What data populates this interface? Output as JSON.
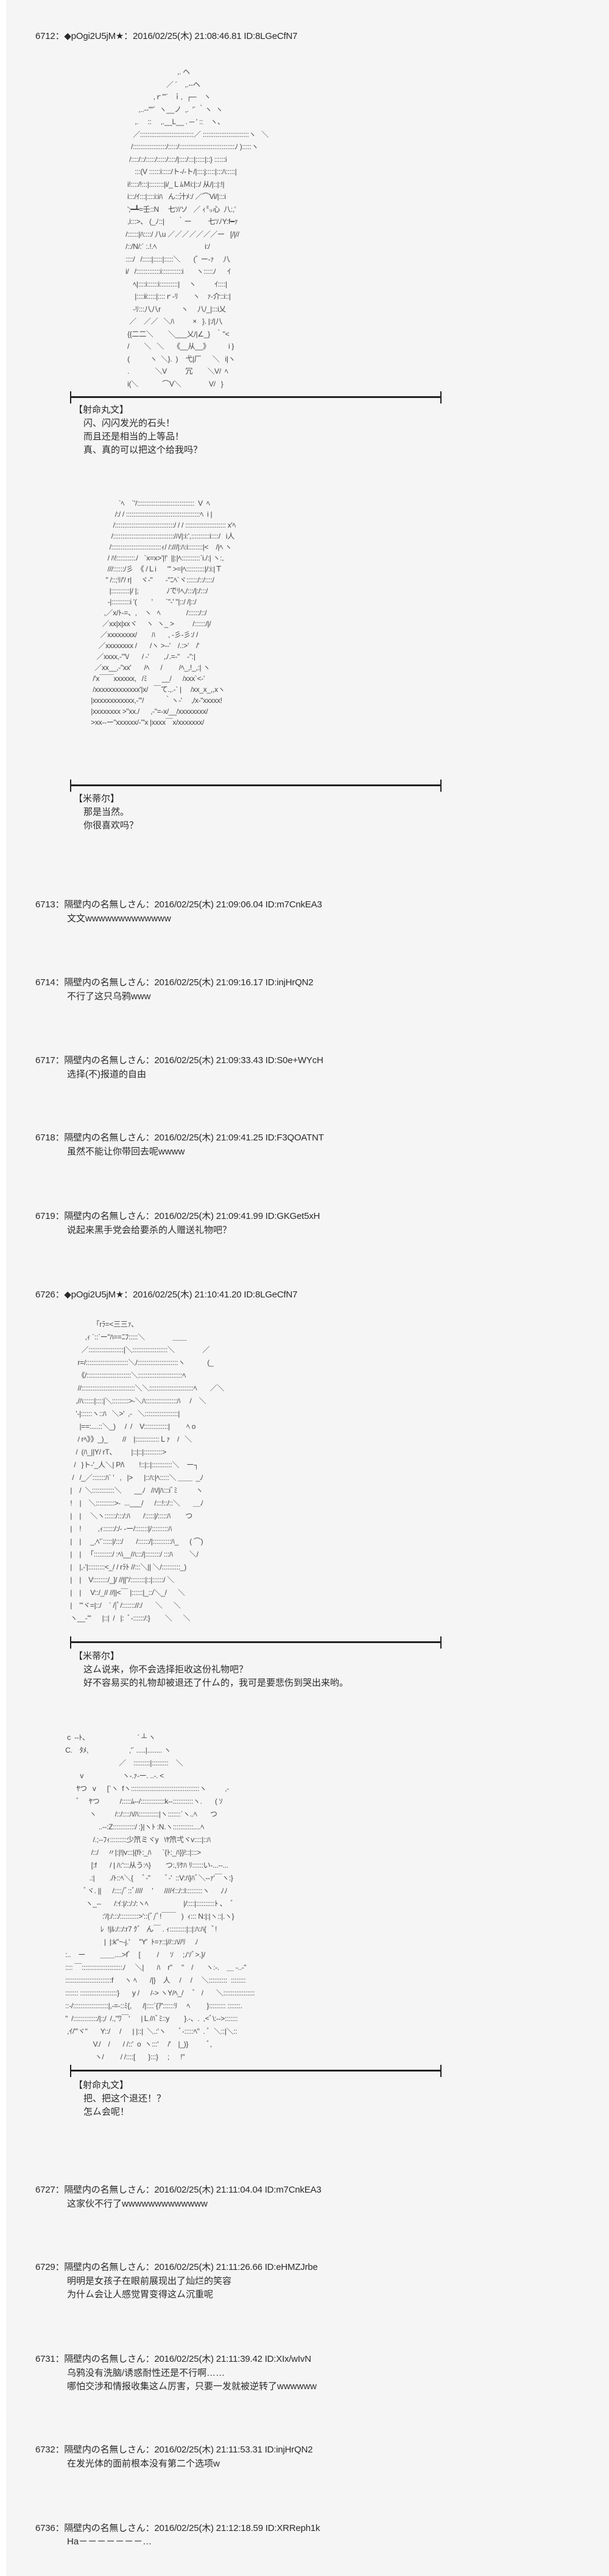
{
  "posts": [
    {
      "header": "6712：◆pOgi2U5jM★：2016/02/25(木) 21:08:46.81 ID:8LGeCfN7"
    },
    {
      "header": "6713：隔壁内の名無しさん：2016/02/25(木) 21:09:06.04 ID:m7CnkEA3",
      "body": "文文wwwwwwwwwwwww"
    },
    {
      "header": "6714：隔壁内の名無しさん：2016/02/25(木) 21:09:16.17 ID:injHrQN2",
      "body": "不行了这只乌鸦www"
    },
    {
      "header": "6717：隔壁内の名無しさん：2016/02/25(木) 21:09:33.43 ID:S0e+WYcH",
      "body": "选择(不)报道的自由"
    },
    {
      "header": "6718：隔壁内の名無しさん：2016/02/25(木) 21:09:41.25 ID:F3QOATNT",
      "body": "虽然不能让你带回去呢wwww"
    },
    {
      "header": "6719：隔壁内の名無しさん：2016/02/25(木) 21:09:41.99 ID:GKGet5xH",
      "body": "说起来黑手党会给要杀的人赠送礼物吧？"
    },
    {
      "header": "6726：◆pOgi2U5jM★：2016/02/25(木) 21:10:41.20 ID:8LGeCfN7"
    },
    {
      "header": "6727：隔壁内の名無しさん：2016/02/25(木) 21:11:04.04 ID:m7CnkEA3",
      "body": "这家伙不行了wwwwwwwwwwwww"
    },
    {
      "header": "6729：隔壁内の名無しさん：2016/02/25(木) 21:11:26.66 ID:eHMZJrbe",
      "body": "明明是女孩子在眼前展现出了灿烂的笑容\n为什ㄙ会让人感觉胃变得这ㄙ沉重呢"
    },
    {
      "header": "6731：隔壁内の名無しさん：2016/02/25(木) 21:11:39.42 ID:XIx/wIvN",
      "body": "乌鸦没有洗脑/诱惑耐性还是不行啊……\n哪怕交涉和情报收集这ㄙ厉害，只要一发就被逆转了wwwwww"
    },
    {
      "header": "6732：隔壁内の名無しさん：2016/02/25(木) 21:11:53.31 ID:injHrQN2",
      "body": "在发光体的面前根本没有第二个选项w"
    },
    {
      "header": "6736：隔壁内の名無しさん：2016/02/25(木) 21:12:18.59 ID:XRReph1k",
      "body": "Ha－－－－－－－…"
    }
  ],
  "dialogs": [
    {
      "speaker": "【射命丸文】",
      "lines": [
        "闪、闪闪发光的石头！",
        "而且还是相当的上等品！",
        "真、真的可以把这个给我吗？"
      ]
    },
    {
      "speaker": "【米蒂尔】",
      "lines": [
        "那是当然。",
        "你很喜欢吗？"
      ]
    },
    {
      "speaker": "【米蒂尔】",
      "lines": [
        "这ㄙ说来，你不会选择拒收这份礼物吧？",
        "好不容易买的礼物却被退还了什ㄙ的，我可是要悲伤到哭出来哟。"
      ]
    },
    {
      "speaker": "【射命丸文】",
      "lines": [
        "把、把这个退还！？",
        "怎ㄙ会呢！"
      ]
    }
  ],
  "ascii_art": [
    "                              ,. ヘ\n                        ／ ´    ,.-‐ヘ\n                 ,ｒ'\"´   ｉ,  ┌─    ヽ\n         ,..-‐''\"´  ヽ__ノ  ,.  '´ ｀ヽ  ヽ\n       ,.     ::     ,.__L__ . ─ ' ::    ヽ、\n      ／:::::::::::::::::::::::::::::／ :::::::::::::::::::::::::ヽ   ＼\n     /::::::::::::::::::/:::::/::::::::::::::::::::::::::::::ﾉ ):::::ヽ\n    /::::/::/:::::/:::::/::::/|::::/:::|:::::|::} ::::::i\n       :::(V ::::::i:::::/ト-/-ト/|::::j:::::|:::ﾊ:::::|\n   i!::::/!:::|::::::::|i/_ＬﾑＭi:|::/ 从/|::|:!|\n   i:::/ｲ:::|::::i:iﾊ   ん::汁ﾒ:/ ／⌒Vi/|:::i\n   ';━┻=壬::N     七ｿ/ソ   ／ ｨ㍉心  八:,'\n   ,i:::>、 (_ﾉ::|       ｀ー         七ｿﾉY:f━ｧ\n  /::::::|ﾊ::::/ 八u ／／／／／／／ー   [/|//\n  /::/N/:´ :.!.ﾍ                          i:/\n  ::::/   /:::::|:::::|:::::＼       (ﾞ ー‐ｧ     八\n  i/   /:::::::::::::i:::::::::::i       ヽ:::::ﾉ      ｲ\n      ﾍ|::::i::::::i::::::::::|     ヽ          ｲ::::|\n       |::::ii:::::|::::ｒ‐ﾘ        ヽ    ｧ‐介::i::|\n      -ﾘ:::八八r           ヽ     八/_|:::i乂\n    ／    ／／   ＼ﾊ          ×   }. |:/|八\n   {{二二＼        ＼___乂/|∠_}   ｀\"<\n   /        ＼   ＼     《__从__》          i }\n   (           ヽ  ＼}.  )    弋|厂      ＼   i|ヽ\n   .              ＼V          冗        ＼V/  ﾍ\n   i(＼             ⌒V＼               V/   }",
    "                       `ﾍ    `'/:::::::::::::::::::::::::::::::  V  ﾍ\n                     /:/ / ::::::::::::::::::::::::::::::::::::::::ﾍ  i |\n                    /::::::::::::::::::::::::::::::::/ / / :::::::::::::::::::::: x'ﾍ\n                   /:::::::::::::::::::::::::::::::::/ﾊ/|:i:',::::::::::i::::/   i人\n                  /:::::::::::::::::::::::::::ｨ/ /:///|:ﾊ:i::::::::|<    /|ﾍ ヽ\n                 / ﾊ!::::::::::ﾉ   `x=x>'|!'  ||:|ﾍ::::::::::`i./:| ヽ:,\n                 ///::::::/彡  《 /Ｌi      \"' >=|ﾍ::::::::::|/:i:|Ｔ\n                \" /::;ﾘ/'/ r|     ヾ-\"       -\"ﾆﾍ`ヾ::::::/::/::::/\n                  |::::::::::|/ |;               ﾉでﾘﾍ,/:::/|:/:::/\n                 -|::::::::::i '(        '       `\"-' \"|::/ /|::/\n               ,／x/ﾄ-=、,    ヽ   ﾍ              /::::::/::/\n              ／xx|x|xxヾ     ヽ  ヽ_ >          /::::::/|/\n             ／xxxxxxxx/        ﾊ       , -彡-彡:/ /\n            ／xxxxxxxx /       /ヽ >--'    /.:>'    /'\n           ／xxxx,-\"'\\/       / -'        ,ﾉ.=-\"    -\":|\n          ／xx__,-\"xx'       /ﾍ      /         /ﾍ_,!_,:| ヽ\n         /'x￣￣xxxxxx,   /ﾐ        __/      /xxx`<-'\n         /xxxxxxxxxxxxx'|x/   ￣て.,.-` |     /xx_x_,,xヽ\n        |xxxxxxxxxxxx,-\"'/           ｀ヽ-'     ,/x-\"xxxxx!\n        |xxxxxxxx >\"xx./      ,-\"=-x/__/xxxxxxxx/\n        >xx--ー\"xxxxxx/-\"'x |xxxx￣x/xxxxxxx/",
    "                     「rﾗ=<三三ｧ､\n                 ,ｨ ´::`ー\"ﾊ==ﾆﾌ:::::＼               ＿＿\n               ／:::::::::::::::::::|＼:::::::::::::::::::＼               ／\n             r=/:::::::::::::::::::::::＼/::::::::::::::::::::::ヽ            (_\n             《/::::::::::::::::::::::::＼::::::::::::::::::::::::ﾍ\n             //:::::::::::::::::::::::::::::＼＼::::::::::::::::::::::::ﾍ       ／＼\n            ,/ﾊ::::::|::::|＼:::::::::>-＼ﾊ:::::::::::::::::ﾊ     /    ＼\n            '-|::::::ヽ::ﾊ   ＼>'  ,-   ＼::::::::::::::::::|\n              |==:....::＼_)     /  /    V:::::::::::::|         ﾍ o\n             / rﾍ》》_)_        //    |:::::::::::::Ｌｧ    /   ＼\n            /  (ﾊ_||Y/ rT、        |::|::|::::::::::>\n           /   }ト-'_人＼| P/\\        !::|::|:::::::::::＼    ー┐\n          /   /_／:::::::ﾊ` '   ,   |>      |::ﾊ:|ﾍ:::::＼ ＿＿  _ﾉ\n         |    /  ＼::::::::::::＼       __ﾉ   /ﾊ/|ﾊ:::iﾞﾐ          ヽ\n         !    |    ＼::::::::::>-  ...___/      /:::!::/::＼       ＿ﾉ\n         |    |     ＼ヽ::::::/:::/:ﾊ       /:::::|/:::::ﾊ        つ\n         |    !         ,ｨ::::::/:/- -ー/:::::::|/:::::::::ﾊ\n         |    |     _,ﾍ'´:::::|/:::/       /::::::/|::::::::::ﾊ_      ( ⌒)\n         |    |   「::::::::::/ :ﾍ\\__/ﾊ:::/|::::::::/ :::ﾊ         ＼/\n         |    |,-'|:::::::::<_/ / rﾗﾄ //:::＼|| ＼/::::::::::_)\n         |    |    V::::::::/_]/ //||\"/::::::::|::|::::::/ ＼\n         |    |     V::/_// //||<￣ |::::::|_::/＼_/      ＼\n         |    \"'ヾ=|::/    ` /|ﾞ/::::::://:/       ＼      ＼\n         ヽ__-'\"      |::|  /   |:  ﾞ-::::::/:}        ＼      ＼",
    "     c  -‐ﾄ、                          ´ ┴ ヽ\n    C.    ﾀﾒ,                      ,'´ .....|........ ヽ\n                                 ／    :::::::::|:::::::::    ＼\n            v                     ヽ-.ｧ‐ー. ..-. <\n          ﾔつ   v      [`ヽ  fヽ:::::::::::::::::::::::::::::::::::::ヽ          ,-\n          ﾞ     ﾔつ           /:::::ﾑ--/:::::::::::::k--:::::::::::ヽ.       ( ｿ\n                 ヽ          /::/::::ﾊ/ﾊ:::::::::::|ヽ:::::::`ヽ..ﾍ       つ\n                      ..--:Z::::::::::::/ :}|ヽﾄ :N.ヽ:::::::::::....ﾍ\n                   /.;--ﾌｨ:::::::::少笊ミヾy   \\ﾔ笊弌ヾv::::|::ﾊ\n                  /::/     〃|:|!|v:::|{fﾄ:_ﾊ      `{ﾄ:_ﾊ}}!::|:::>\n                  [:f       / | ﾊ:':::从う:ﾍ}        つ:,ﾘｹﾊ ﾘ::::::い-...--...\n                 .:|        ./ﾄ::ﾍ＼{     ﾞ-\"        ﾞ-'  ::V:ﾊ}ﾊﾞ＼-‐ｧ'￣ヽ:}\n              ﾞヾ. ||      /::::/ﾞ::ﾞ////     '      ////ｲ::/::l:::::::::ヽ      ﾉﾉ\n               ヽ_--       /:ｲ:|/::/:/:ヽﾍ                   |/::::|::::::::::ﾄ ､    ﾞ\n                        :'/|:/:::/::::::::::>'::(ﾞ/ﾞ!￣￣   )  ｨ::: N:|:|ヽ::|.ヽ}\n                       ﾚ  !|ﾙ:/::/:r7 ｸﾞ   ん￣ . ｨ:::::::::|::|:ﾊ:ﾊ{   ﾞ!\n                         |  |:k\"~-j.'     ''Y'  ﾄ=ｧ::|//::ﾊ//ﾘ     ﾉ\n    :..    ー        ＿＿....>fﾞ    [         /      ｿ     ;ﾉｿﾞ>.}/\n    :::: ￣::::::::::::::::::::::ﾉ     ＼|       ﾊ    r\"     \"    /       ヽ:-.    ＿ -..-\"\n    :::::::::::::::::::::::::f      ヽ ﾍ       /|}    人     /     /     ＼::::::::::  ::::::::\n    ::::::: ::::::::::::::::::::}       y /      /-> ヽY/ﾍ_/     ﾞ   /       ＼:::::::::::::::::\n    ::-/:::::::::::::::::::|,-=-::ﾐ{,      /|::::`{ｱ'::::::ﾘ     ﾍ         }::::::::: :::::::.\n    \"  /:::::::::::::/|:;/  /.,\"ﾜ￣'      |Ｌ/ﾊﾞﾐ::y        }.-、.  ,<ﾞ\\:-->:::::::\n     ,ｲ/\"'ヾ\"       Y::/     /      | |::|  ＼.:'ヽ       ﾞ-:::::ﾍ\"  . ﾞ  ＼::|＼::\n                   V./    /       / /::'  o  ヽ:::'     /'    |_)}          ﾞ,\n                    ヽ/         / /::::[       }:::}     ;      !\""
  ]
}
